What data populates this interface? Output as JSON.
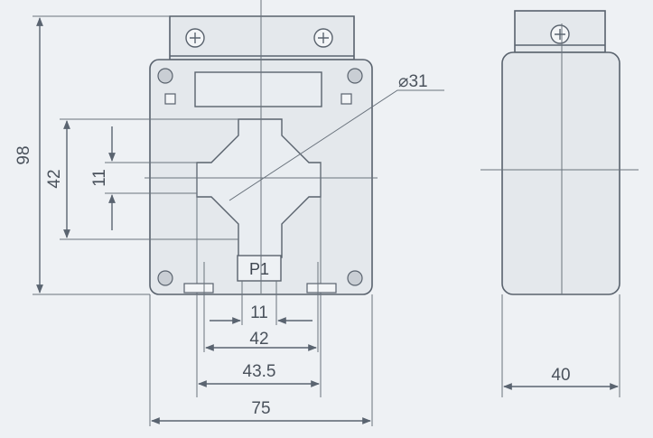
{
  "front_view": {
    "dim_height_total": "98",
    "dim_window_height": "42",
    "dim_bar_thickness": "11",
    "dim_bar_width": "11",
    "dim_window_width": "42",
    "dim_inner_width": "43.5",
    "dim_total_width": "75",
    "diameter_label": "⌀31",
    "terminal_marking": "P1"
  },
  "side_view": {
    "dim_depth": "40"
  }
}
